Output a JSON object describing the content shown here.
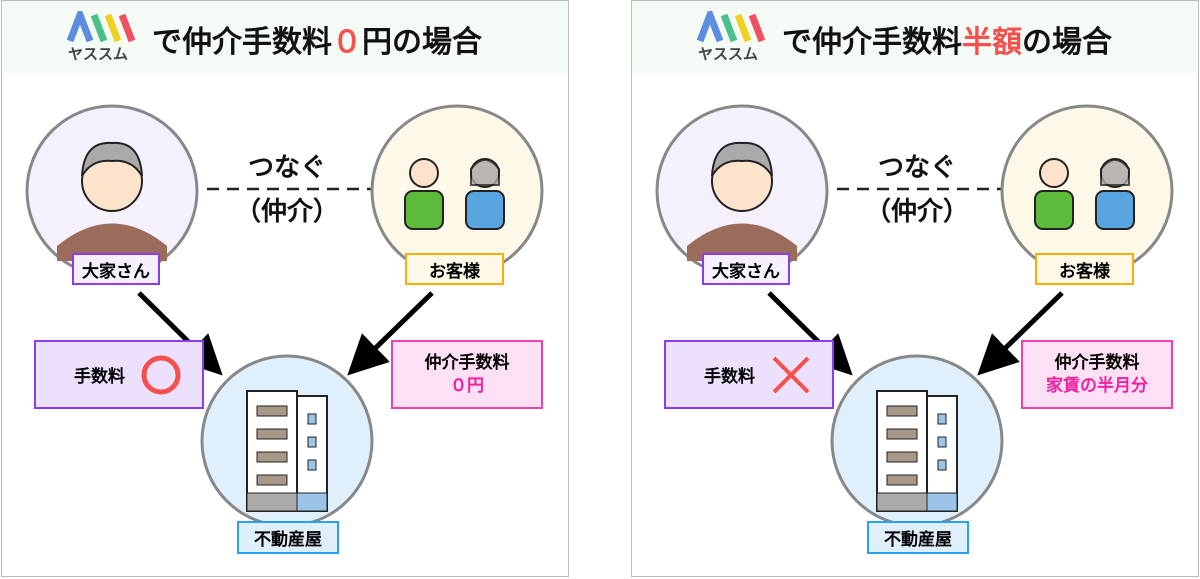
{
  "logo": {
    "text": "ヤススム"
  },
  "panels": [
    {
      "title_pre": "で仲介手数料",
      "title_highlight": "０",
      "title_post": "円の場合",
      "connect": "つなぐ",
      "connect_sub": "（仲介）",
      "landlord": "大家さん",
      "customer": "お客様",
      "agency": "不動産屋",
      "left_fee": "手数料",
      "left_mark": "circle",
      "right_fee_line1": "仲介手数料",
      "right_fee_line2": "０円"
    },
    {
      "title_pre": "で仲介手数料",
      "title_highlight": "半額",
      "title_post": "の場合",
      "connect": "つなぐ",
      "connect_sub": "（仲介）",
      "landlord": "大家さん",
      "customer": "お客様",
      "agency": "不動産屋",
      "left_fee": "手数料",
      "left_mark": "cross",
      "right_fee_line1": "仲介手数料",
      "right_fee_line2": "家賃の半月分"
    }
  ],
  "colors": {
    "accent_red": "#f5504e",
    "pink": "#f020a0",
    "purple": "#8a3cf0",
    "orange": "#f5b000",
    "blue": "#2aa0f0"
  }
}
